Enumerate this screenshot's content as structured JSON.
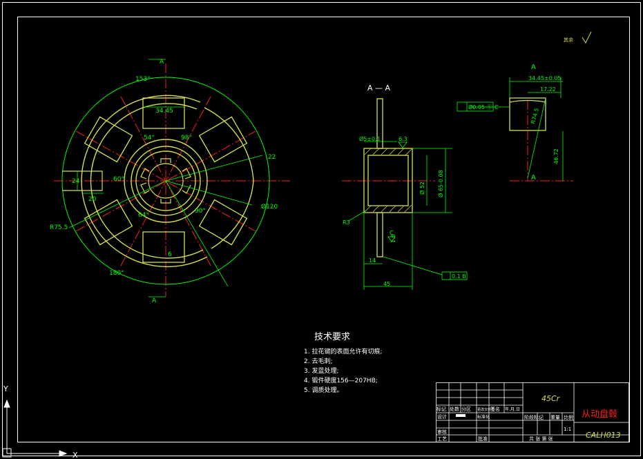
{
  "drawing": {
    "surface_note": "其余",
    "section_marker_letter": "A",
    "section_title": "A — A",
    "dims_front": {
      "angle_top": "153°",
      "angle_bottom": "180°",
      "width_slot": "34.45",
      "angle_54": "54°",
      "angle_98": "98°",
      "angle_60": "60°",
      "angle_90": "90°",
      "radius_outer": "R75.5",
      "dia_120": "Ø120",
      "dim_24": "24",
      "dim_20": "20",
      "dim_22": "22",
      "dim_6": "6",
      "dim_64": "64°"
    },
    "dims_section": {
      "d_upper_small": "Ø5±0.1",
      "roughness": "6.3",
      "dia_inner": "Ø 52",
      "dia_outer": "Ø 65-0.08",
      "radius": "R3",
      "len_14": "14",
      "len_45": "45",
      "datum": "C",
      "tol_frame": "0.1 B",
      "roughness2": "1.6"
    },
    "dims_detail": {
      "width_total": "34.45±0.05",
      "width_inner": "17.22",
      "radius": "R74.5",
      "height": "46.72",
      "tol_frame_value": "Ø0.05 Ⓢ",
      "tol_frame_datum": "C"
    },
    "tech_req": {
      "title": "技术要求",
      "items": [
        "1. 拉花键的表面允许有切痕;",
        "2. 去毛刺;",
        "3. 发蓝处理;",
        "4. 锻件硬度156—207HB;",
        "5. 调质处理。"
      ]
    },
    "title_block": {
      "material": "45Cr",
      "part_name": "从动盘毂",
      "drawing_no": "CALH013",
      "scale": "1:1",
      "sheets_label": "共 张 第 张",
      "row_labels": [
        "标记",
        "处数",
        "分区",
        "更改文件号",
        "签名",
        "年.月.日"
      ],
      "labels_left": [
        "设计",
        "审核",
        "工艺"
      ],
      "label_std": "标准化",
      "label_approve": "批准",
      "label_stage": "阶段标记",
      "label_weight": "重量",
      "label_ratio": "比例"
    }
  },
  "colors": {
    "background": "#000000",
    "frame": "#ffffff",
    "geometry": "#d6e04a",
    "dimension": "#00ff00",
    "center_line": "#ff2020",
    "text_white": "#ffffff",
    "part_name": "#ff2020"
  },
  "icons": [
    "ucs-axis-icon"
  ]
}
